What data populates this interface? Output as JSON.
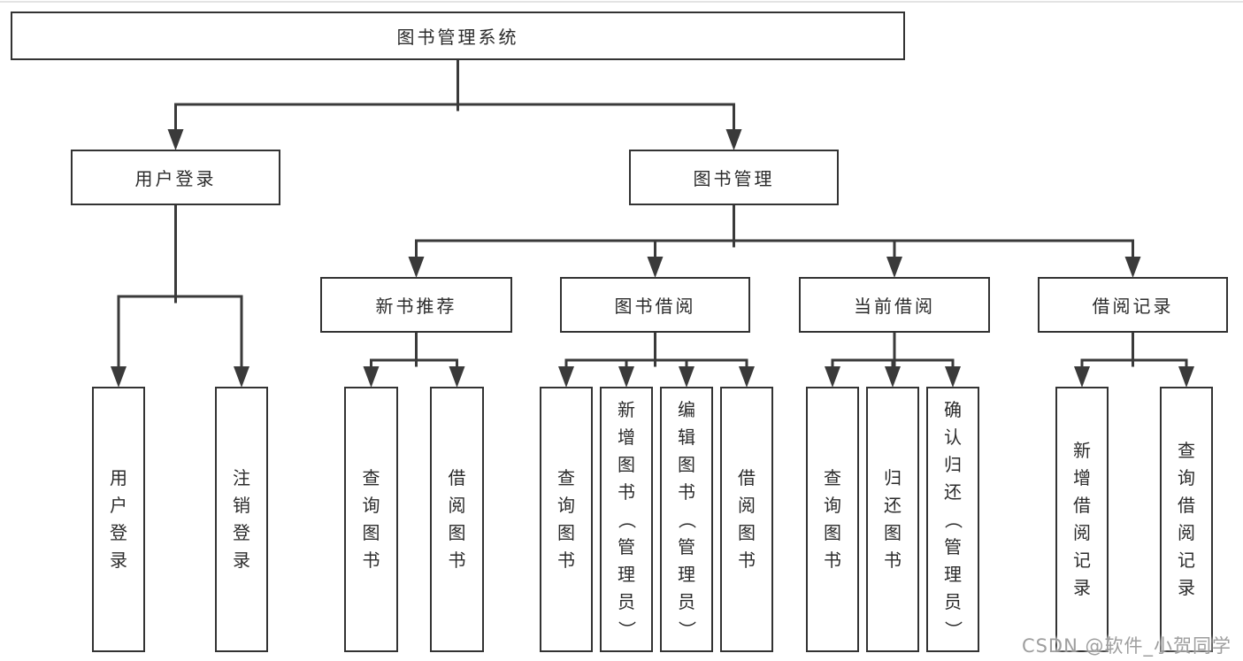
{
  "diagram": {
    "root": {
      "label": "图书管理系统"
    },
    "children": [
      {
        "label": "用户登录",
        "children": [
          {
            "label": "用户登录"
          },
          {
            "label": "注销登录"
          }
        ]
      },
      {
        "label": "图书管理",
        "children": [
          {
            "label": "新书推荐",
            "children": [
              {
                "label": "查询图书"
              },
              {
                "label": "借阅图书"
              }
            ]
          },
          {
            "label": "图书借阅",
            "children": [
              {
                "label": "查询图书"
              },
              {
                "label": "新增图书（管理员）"
              },
              {
                "label": "编辑图书（管理员）"
              },
              {
                "label": "借阅图书"
              }
            ]
          },
          {
            "label": "当前借阅",
            "children": [
              {
                "label": "查询图书"
              },
              {
                "label": "归还图书"
              },
              {
                "label": "确认归还（管理员）"
              }
            ]
          },
          {
            "label": "借阅记录",
            "children": [
              {
                "label": "新增借阅记录"
              },
              {
                "label": "查询借阅记录"
              }
            ]
          }
        ]
      }
    ]
  },
  "watermark": {
    "text": "CSDN @软件_小贺同学"
  },
  "colors": {
    "line": "#3a3a3a",
    "box_border": "#333333",
    "text": "#2b2b2b",
    "watermark": "#9e9e9e",
    "background": "#ffffff"
  }
}
